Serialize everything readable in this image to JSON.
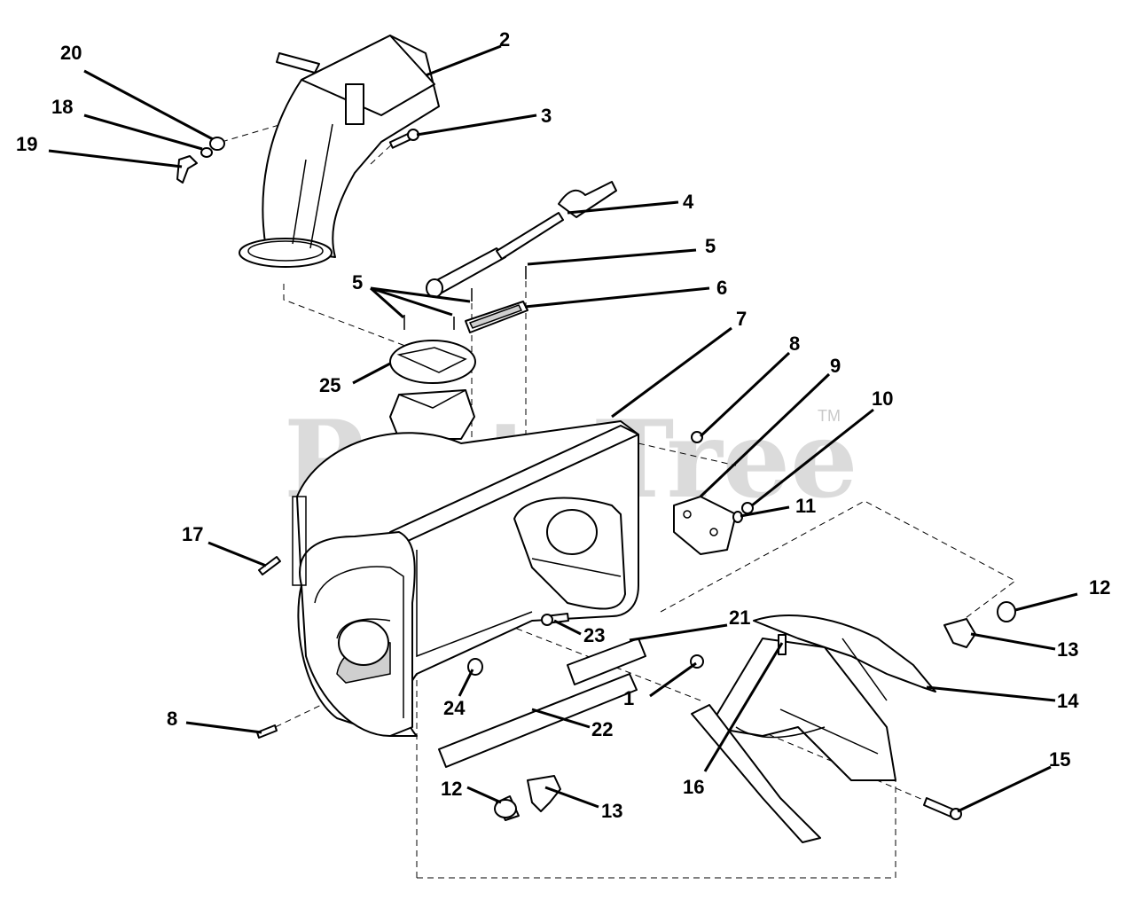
{
  "watermark": {
    "text": "PartsTree",
    "tm": "TM"
  },
  "callouts": [
    "20",
    "2",
    "18",
    "3",
    "19",
    "4",
    "5",
    "5",
    "6",
    "25",
    "7",
    "8",
    "9",
    "10",
    "11",
    "17",
    "12",
    "21",
    "13",
    "23",
    "14",
    "1",
    "24",
    "8",
    "22",
    "16",
    "15",
    "12",
    "13"
  ]
}
